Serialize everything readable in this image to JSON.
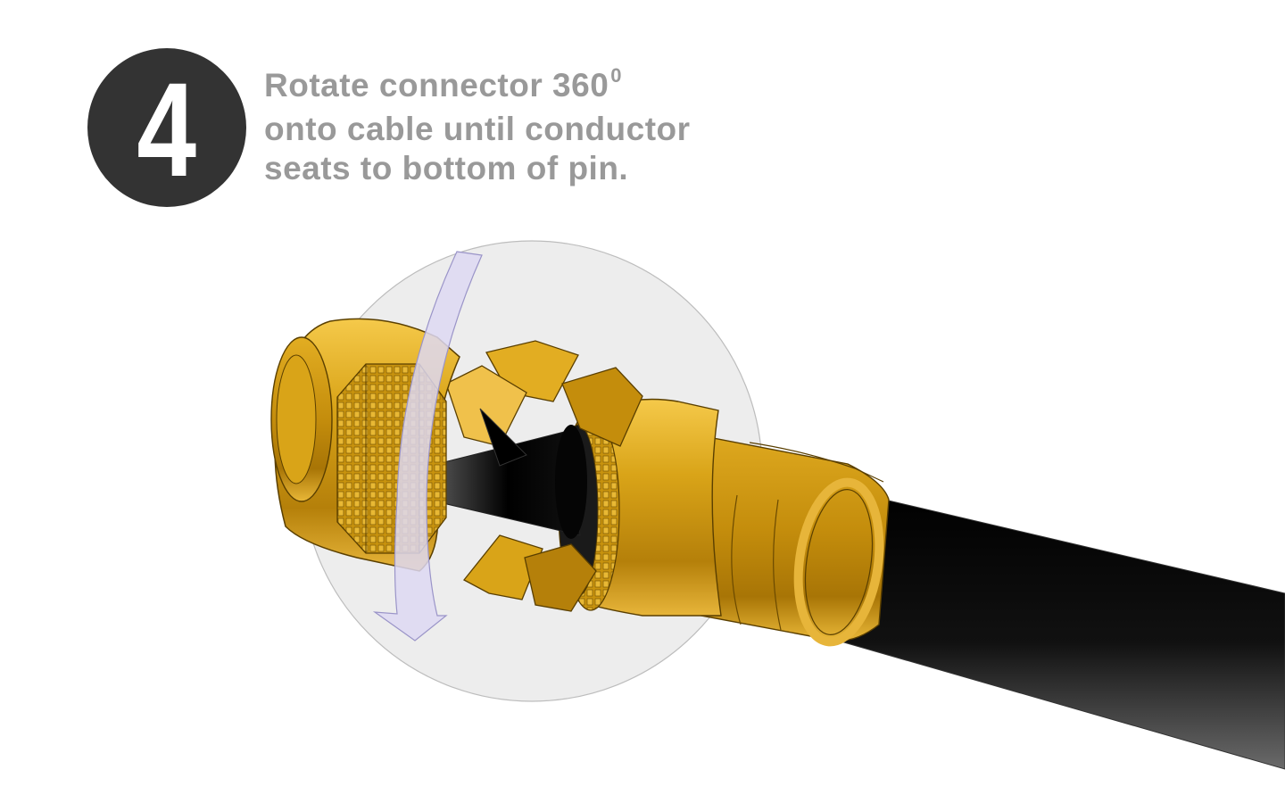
{
  "step": {
    "number": "4"
  },
  "instruction": {
    "line1_text": "Rotate connector 360",
    "line1_superscript": "0",
    "line2": "onto cable until conductor",
    "line3": "seats to bottom of pin."
  },
  "colors": {
    "badge": "#333333",
    "badge_text": "#ffffff",
    "instruction_text": "#999999",
    "connector_gold": "#d4a017",
    "cable": "#111111",
    "rotation_arrow": "#d9d6ee",
    "rotation_disc": "#e6e6e6"
  },
  "icons": {
    "rotation": "curved-down-arrow-icon"
  }
}
